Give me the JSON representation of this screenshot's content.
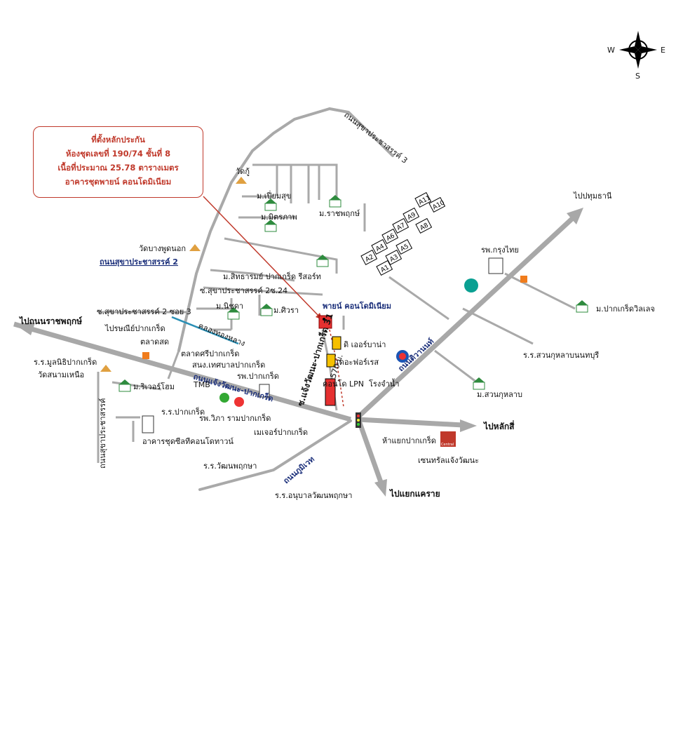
{
  "callout": {
    "line1": "ที่ตั้งหลักประกัน",
    "line2": "ห้องชุดเลขที่ 190/74 ชั้นที่ 8",
    "line3": "เนื้อที่ประมาณ 25.78 ตารางเมตร",
    "line4": "อาคารชุดพายน์ คอนโดมิเนียม"
  },
  "compass": {
    "w": "W",
    "e": "E",
    "s": "S"
  },
  "blocks": [
    "A11",
    "A10",
    "A9",
    "A8",
    "A7",
    "A6",
    "A5",
    "A4",
    "A3",
    "A2",
    "A1"
  ],
  "labels": {
    "sukhaprachasan3": "ถนนสุขาประชาสรรค์ 3",
    "wat_ku": "วัดกู้",
    "m_piamsuk": "ม.เปี่ยมสุข",
    "m_mitraphap": "ม.มิตรภาพ",
    "m_ratchaphruk": "ม.ราชพฤกษ์",
    "wat_bangphut": "วัดบางพูดนอก",
    "sukhaprachasan2_road": "ถนนสุขาประชาสรรค์ 2",
    "m_sitharom": "ม.สิทธารมย์ ปากเกร็ด รีสอร์ท",
    "soi_24": "ซ.สุขาประชาสรรค์ 2ซ.24",
    "m_nichada": "ม.นิชดา",
    "m_siwara": "ม.ศิวรา",
    "soi_3": "ซ.สุขาประชาสรรค์ 2 ซอย 3",
    "pyne": "พายน์ คอนโดมิเนียม",
    "to_ratchaphruk": "ไปถนนราชพฤกษ์",
    "post_office": "ไปรษณีย์ปากเกร็ด",
    "khlong": "คลองทองหลาง",
    "market": "ตลาดสด",
    "market_sri": "ตลาดศรีปากเกร็ด",
    "municipal": "สนง.เทศบาลปากเกร็ด",
    "hospital": "รพ.ปากเกร็ด",
    "mulnithi": "ร.ร.มูลนิธิปากเกร็ด",
    "wat_sanam": "วัดสนามเหนือ",
    "m_riverhome": "ม.ริเวอร์โฮม",
    "ts_pakkret": "ร.ร.ปากเกร็ด",
    "vira": "รพ.วิภา รามปากเกร็ด",
    "mayor": "เมเจอร์ปากเกร็ด",
    "conv_town": "อาคารชุดซีลทีคอนโดทาวน์",
    "sukhaprachasan_road": "ถนนสุขาประชาสรรค์",
    "chaengwattana": "ถนนแจ้งวัฒนะ-ปากเกร็ด",
    "soi_chaeng": "ซ.แจ้งวัฒนะ-ปากเกร็ด 31",
    "dist": "570 ม.",
    "air_bana": "ดิ เออร์บาน่า",
    "forest": "เดอะฟอร์เรส",
    "lpn": "คอนโด LPN",
    "water": "โรงจำน้ำ",
    "tiwanon": "ถนนติวานนท์",
    "to_pathum": "ไปปทุมธานี",
    "krungthai": "รพ.กรุงไทย",
    "m_pakkret_village": "ม.ปากเกร็ดวิลเลจ",
    "ts_kulab": "ร.ร.สวนกุหลาบนนทบุรี",
    "m_suankulab": "ม.สวนกุหลาบ",
    "to_laksi": "ไปหลักสี่",
    "junction": "ห้าแยกปากเกร็ด",
    "central": "เซนทรัลแจ้งวัฒนะ",
    "ts_watthanaphruksa": "ร.ร.วัฒนพฤกษา",
    "kitinakha": "ถนนภูมิเวท",
    "anuban": "ร.ร.อนุบาลวัฒนพฤกษา",
    "to_khae_rai": "ไปแยกแคราย",
    "tmb": "TMB",
    "central_logo": "Central"
  },
  "colors": {
    "red": "#c0392b",
    "blue": "#1b2f7a",
    "road": "#a9a9a9",
    "green": "#2e8b3e"
  }
}
